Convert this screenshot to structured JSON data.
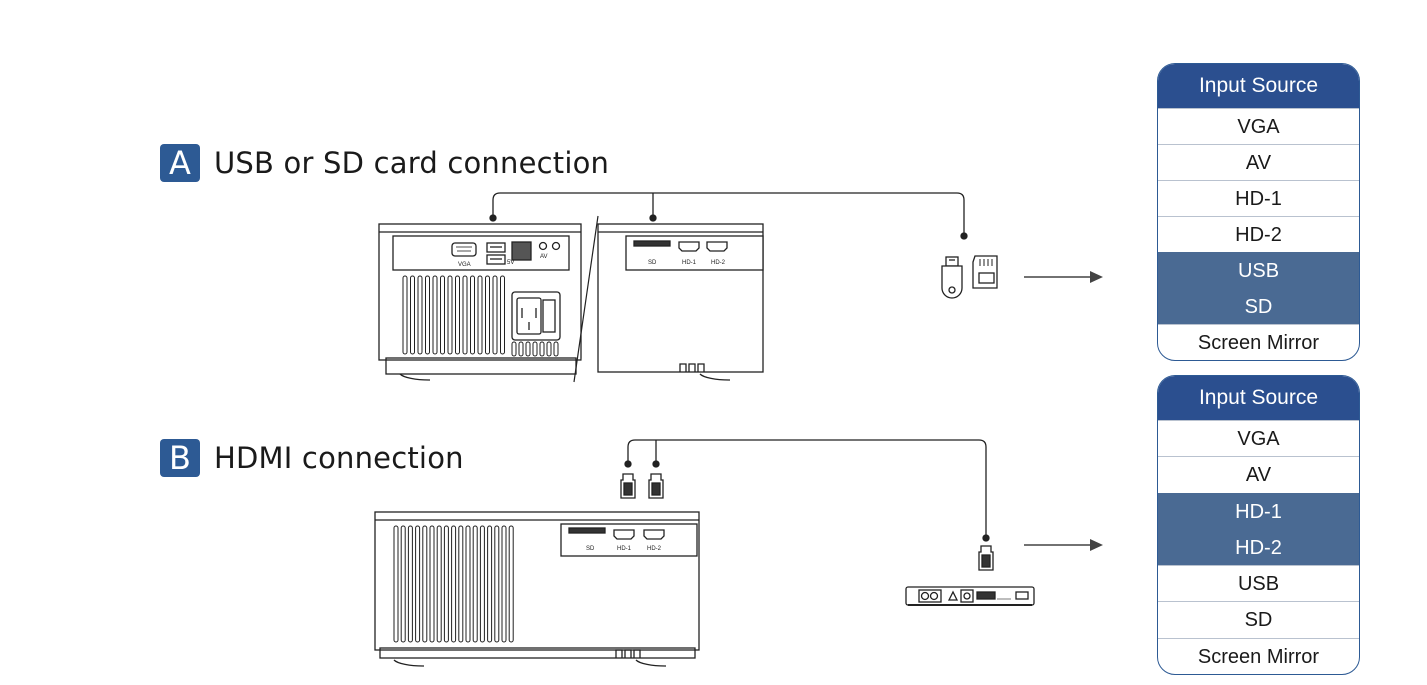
{
  "section_a": {
    "letter": "A",
    "title": "USB or SD card connection"
  },
  "section_b": {
    "letter": "B",
    "title": "HDMI connection"
  },
  "port_labels": {
    "vga": "VGA",
    "dc5v": "5V",
    "av": "AV",
    "sd": "SD",
    "hd1": "HD-1",
    "hd2": "HD-2"
  },
  "menus": [
    {
      "title": "Input Source",
      "items": [
        {
          "label": "VGA",
          "selected": false
        },
        {
          "label": "AV",
          "selected": false
        },
        {
          "label": "HD-1",
          "selected": false
        },
        {
          "label": "HD-2",
          "selected": false
        },
        {
          "label": "USB",
          "selected": true
        },
        {
          "label": "SD",
          "selected": true
        },
        {
          "label": "Screen Mirror",
          "selected": false
        }
      ]
    },
    {
      "title": "Input Source",
      "items": [
        {
          "label": "VGA",
          "selected": false
        },
        {
          "label": "AV",
          "selected": false
        },
        {
          "label": "HD-1",
          "selected": true
        },
        {
          "label": "HD-2",
          "selected": true
        },
        {
          "label": "USB",
          "selected": false
        },
        {
          "label": "SD",
          "selected": false
        },
        {
          "label": "Screen Mirror",
          "selected": false
        }
      ]
    }
  ],
  "colors": {
    "accent": "#2d5a94",
    "selected": "#4a6a93",
    "line": "#222222"
  },
  "icons": [
    "usb-flash-drive-icon",
    "sd-card-icon",
    "hdmi-plug-icon",
    "arrow-right-icon",
    "media-box-icon"
  ]
}
